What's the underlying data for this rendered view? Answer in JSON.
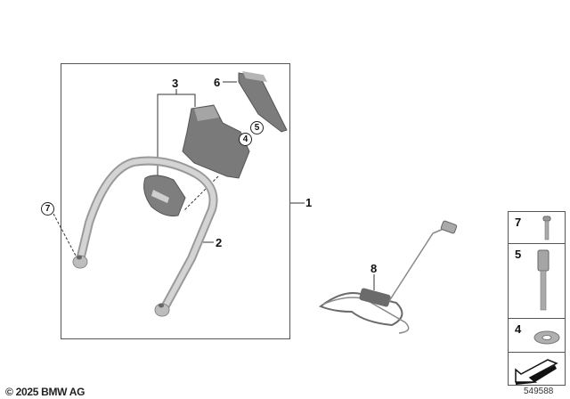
{
  "diagram": {
    "frame_label": "1",
    "callouts": [
      {
        "id": "1",
        "label": "1",
        "desc": "assembly frame leader"
      },
      {
        "id": "2",
        "label": "2",
        "desc": "grab handle tube"
      },
      {
        "id": "3",
        "label": "3",
        "desc": "mounting bracket pair"
      },
      {
        "id": "6",
        "label": "6",
        "desc": "cover plate"
      },
      {
        "id": "8",
        "label": "8",
        "desc": "wiring harness"
      }
    ],
    "circled_refs": [
      {
        "id": "4",
        "label": "4"
      },
      {
        "id": "5",
        "label": "5"
      },
      {
        "id": "7",
        "label": "7"
      }
    ]
  },
  "legend": {
    "items": [
      {
        "num": "7",
        "part": "short-screw-icon"
      },
      {
        "num": "5",
        "part": "long-screw-icon"
      },
      {
        "num": "4",
        "part": "washer-icon"
      },
      {
        "num": "",
        "part": "arrow-icon"
      }
    ]
  },
  "footer": {
    "copyright": "© 2025 BMW AG",
    "image_number": "549588"
  },
  "colors": {
    "line": "#555555",
    "part_dark": "#6e6e6e",
    "part_light": "#b9b9b9",
    "tube": "#c4c4c4"
  }
}
